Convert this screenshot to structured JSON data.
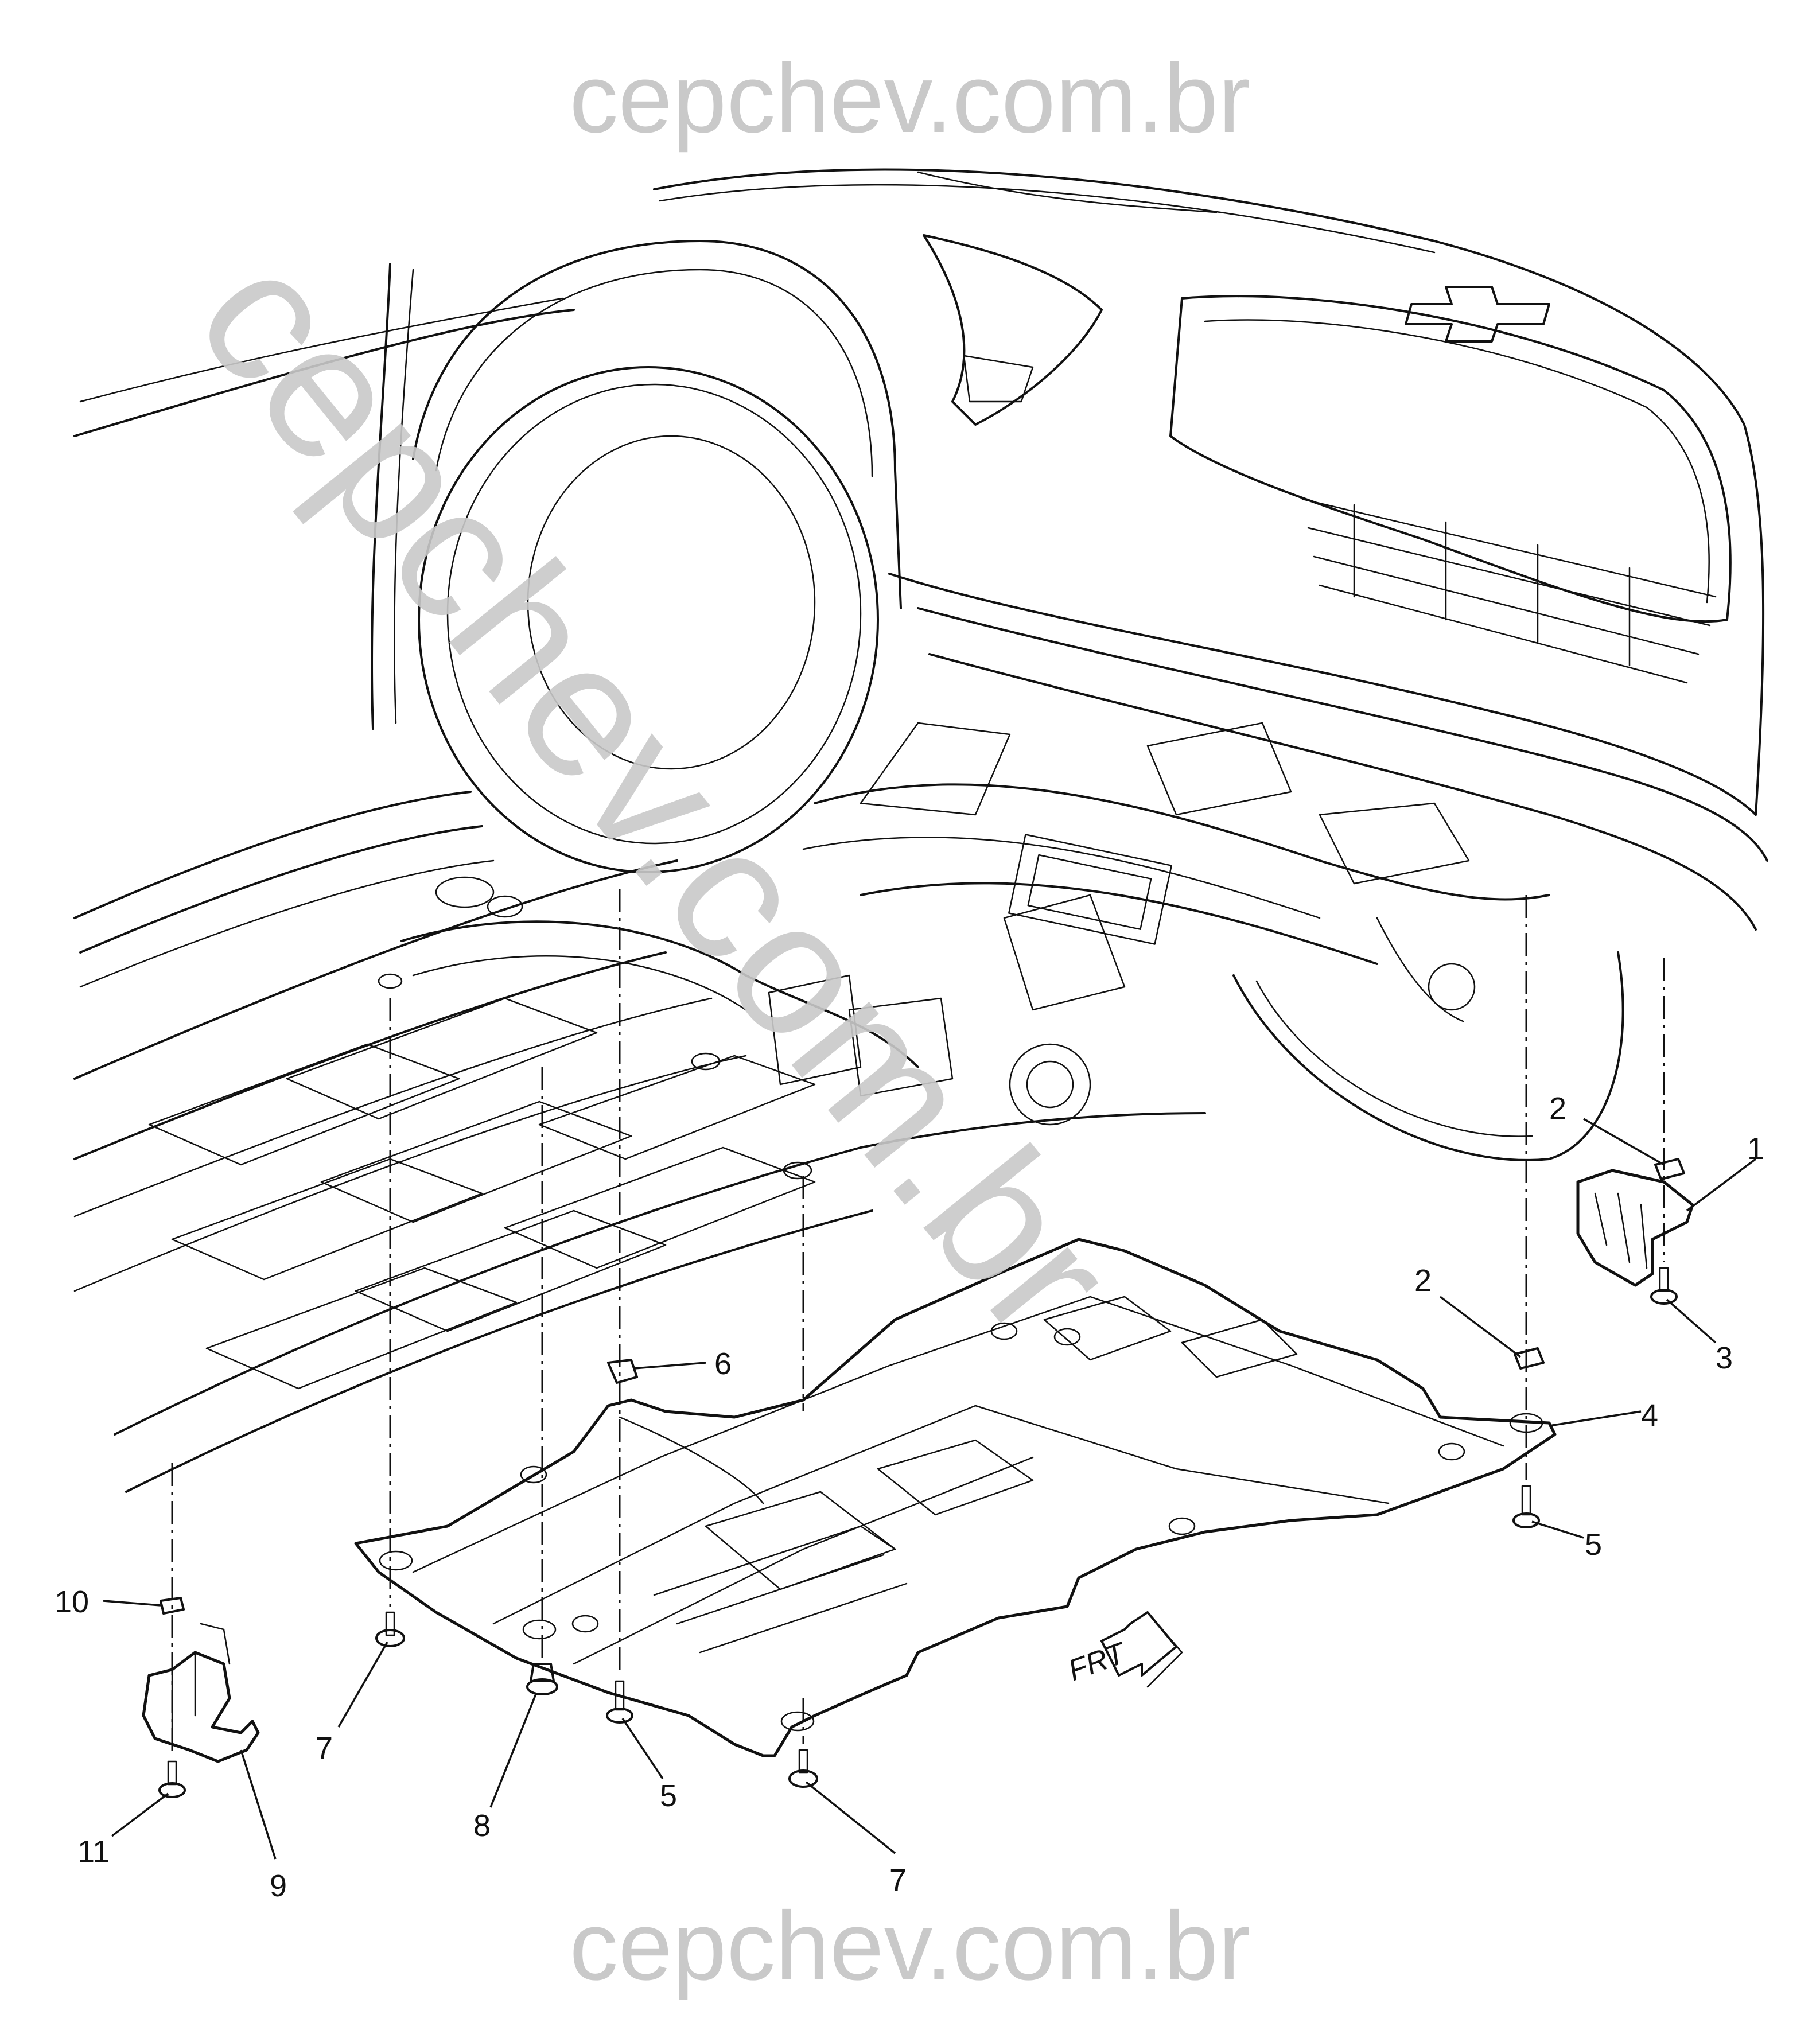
{
  "watermark": {
    "top": "cepchev.com.br",
    "bottom": "cepchev.com.br",
    "diagonal": "cepchev.com.br",
    "color": "#c9c9c9"
  },
  "direction_marker": {
    "label": "FRT"
  },
  "callouts": [
    {
      "id": "c1",
      "label": "1"
    },
    {
      "id": "c2a",
      "label": "2"
    },
    {
      "id": "c2b",
      "label": "2"
    },
    {
      "id": "c3",
      "label": "3"
    },
    {
      "id": "c4",
      "label": "4"
    },
    {
      "id": "c5a",
      "label": "5"
    },
    {
      "id": "c5b",
      "label": "5"
    },
    {
      "id": "c6",
      "label": "6"
    },
    {
      "id": "c7a",
      "label": "7"
    },
    {
      "id": "c7b",
      "label": "7"
    },
    {
      "id": "c8",
      "label": "8"
    },
    {
      "id": "c9",
      "label": "9"
    },
    {
      "id": "c10",
      "label": "10"
    },
    {
      "id": "c11",
      "label": "11"
    }
  ]
}
